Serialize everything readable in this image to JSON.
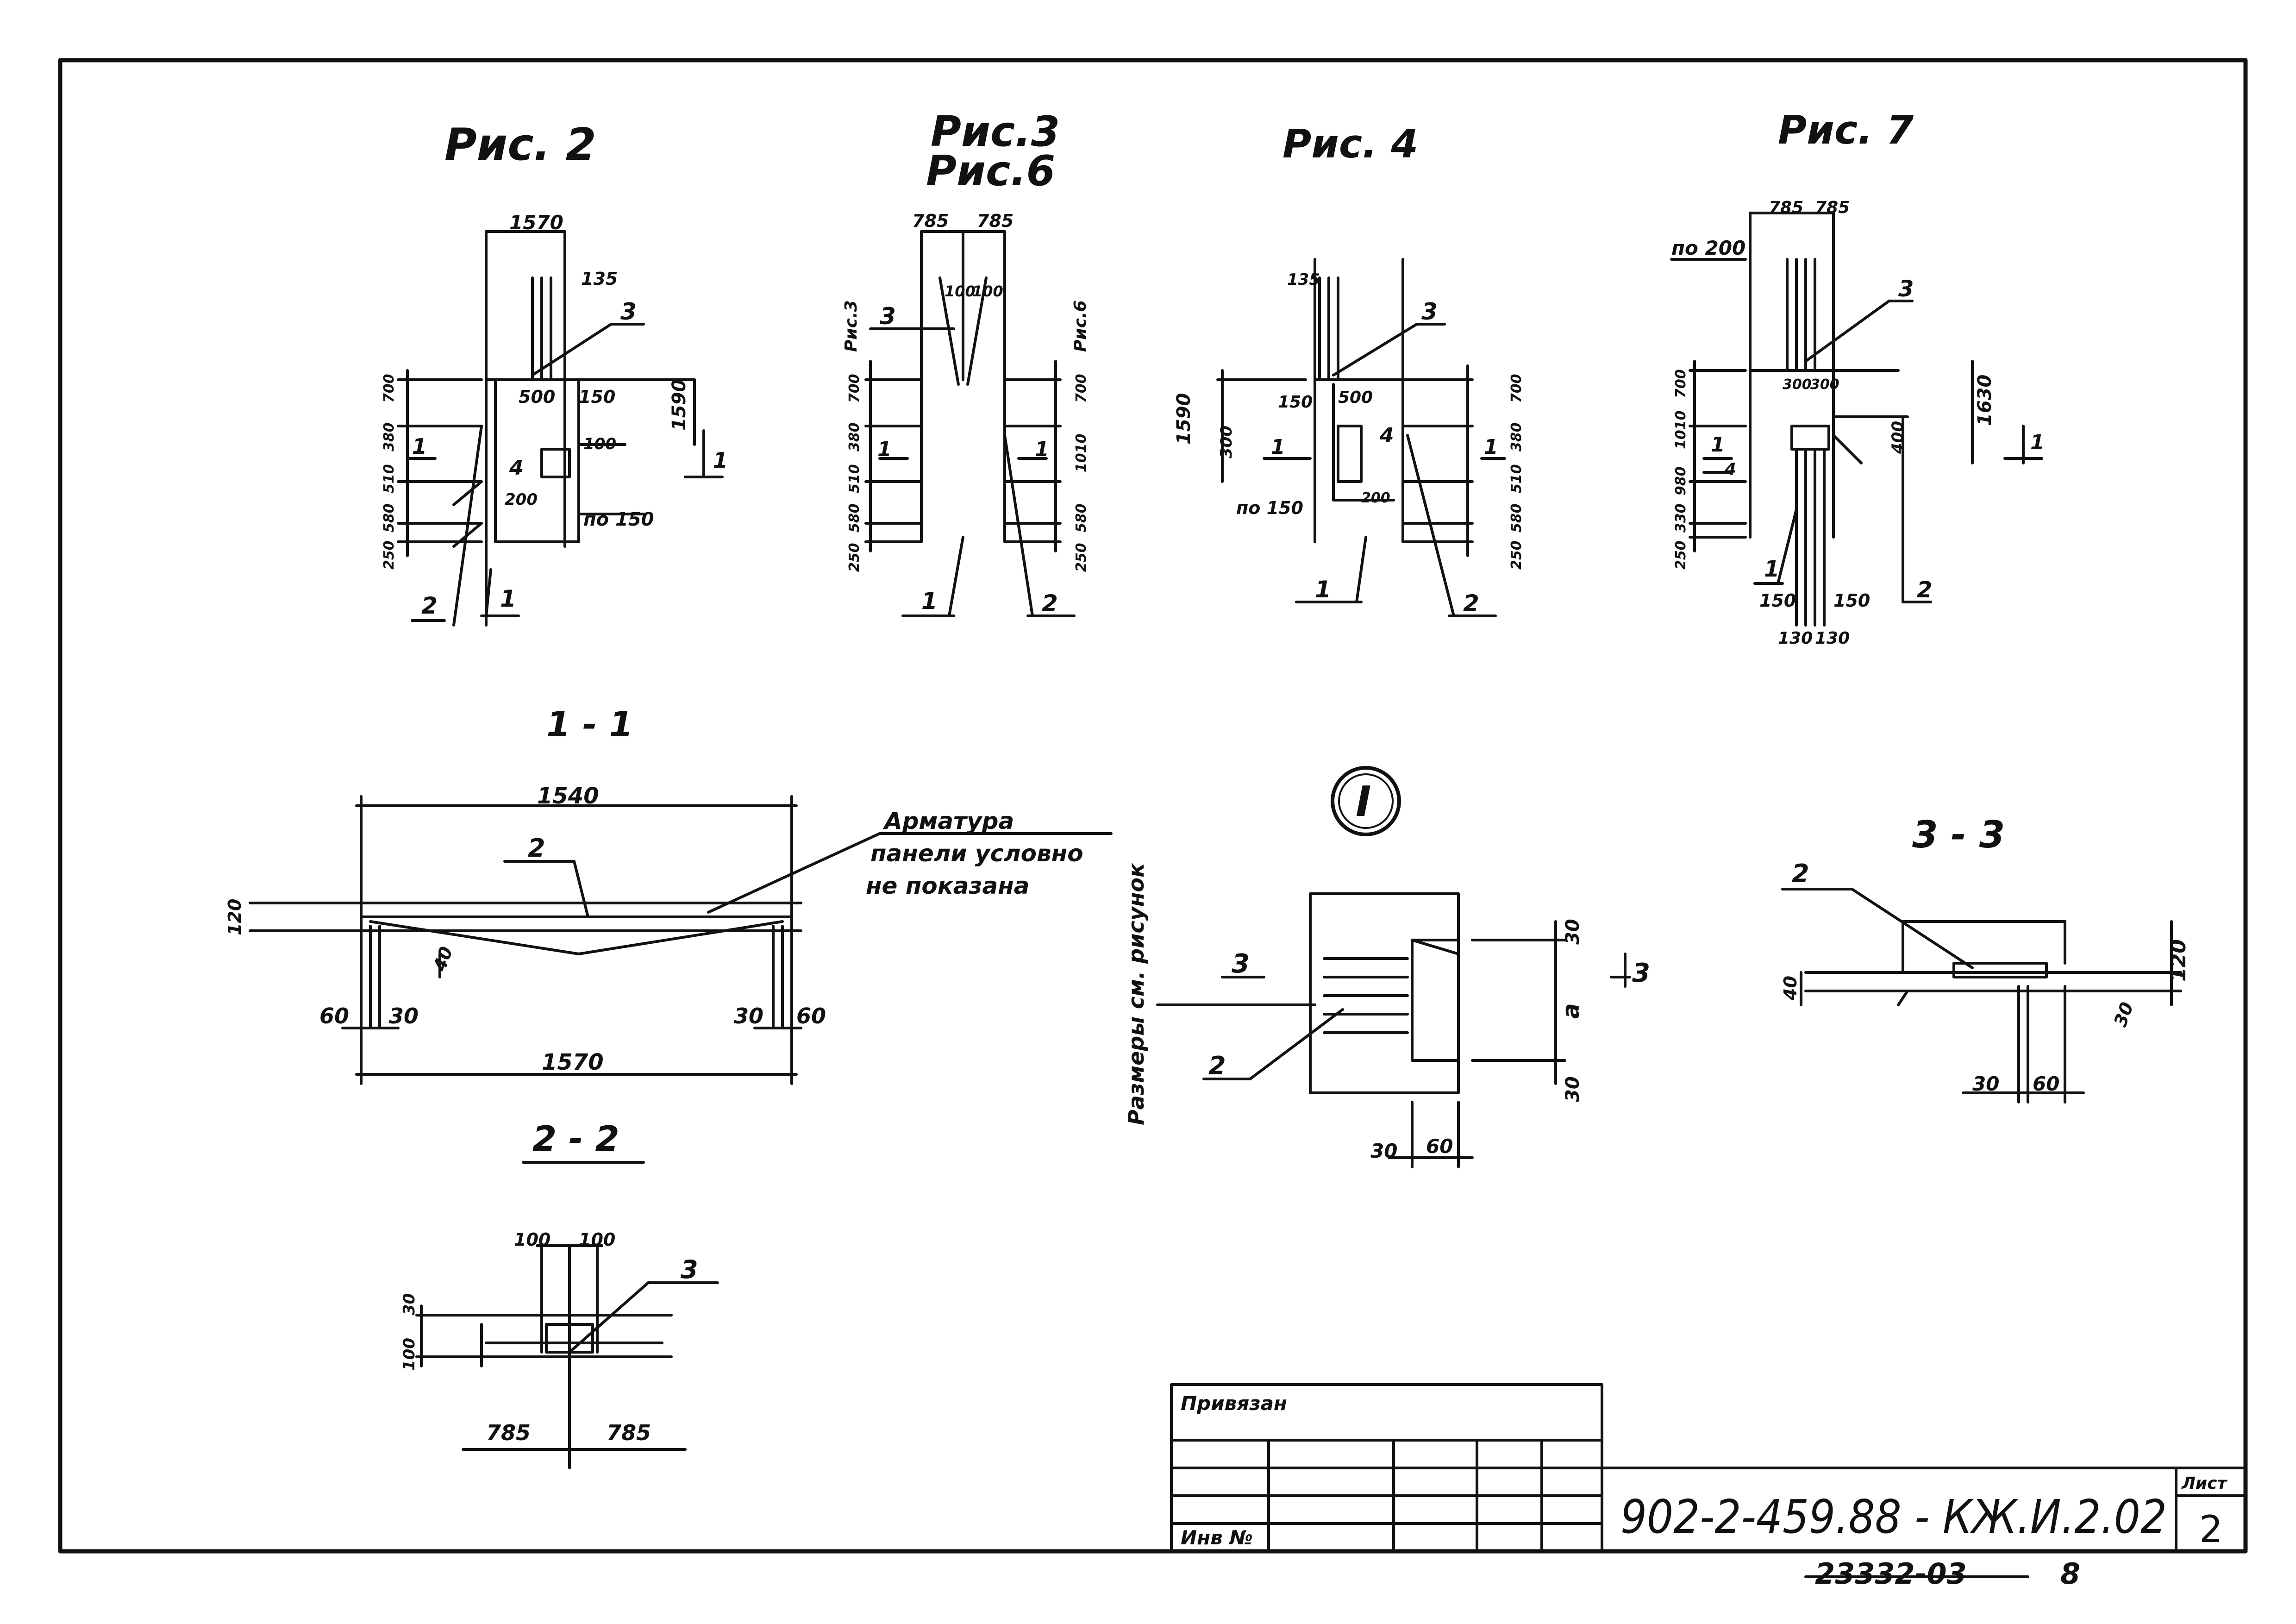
{
  "figures": {
    "fig2": {
      "title": "Рис. 2",
      "dim_width": "1570",
      "dim_135": "135",
      "dim_500": "500",
      "dim_150a": "150",
      "dim_100": "100",
      "dim_200": "200",
      "dim_step": "по 150",
      "dim_1590": "1590",
      "dim_left": [
        "700",
        "380",
        "510",
        "580",
        "250"
      ],
      "callout_1": "1",
      "callout_2": "2",
      "callout_3": "3",
      "callout_4": "4",
      "section_mark": "1"
    },
    "fig3": {
      "title": "Рис.3",
      "subtitle": "Рис.6",
      "dim_785a": "785",
      "dim_785b": "785",
      "dim_100a": "100",
      "dim_100b": "100",
      "side_left": "Рис.3",
      "side_right": "Рис.6",
      "dim_left": [
        "700",
        "380",
        "510",
        "580",
        "250"
      ],
      "dim_right": [
        "700",
        "1010",
        "580",
        "250"
      ],
      "callout_1": "1",
      "callout_2": "2",
      "callout_3": "3",
      "section_mark": "1"
    },
    "fig4": {
      "title": "Рис. 4",
      "dim_135": "135",
      "dim_1590": "1590",
      "dim_300": "300",
      "dim_150": "150",
      "dim_500": "500",
      "dim_step": "по 150",
      "dim_200": "200",
      "dim_right": [
        "700",
        "380",
        "510",
        "580",
        "250"
      ],
      "callout_1": "1",
      "callout_2": "2",
      "callout_3": "3",
      "callout_4": "4",
      "section_mark": "1"
    },
    "fig7": {
      "title": "Рис. 7",
      "dim_785a": "785",
      "dim_785b": "785",
      "dim_step": "по 200",
      "dim_300a": "300",
      "dim_300b": "300",
      "dim_1630": "1630",
      "dim_400": "400",
      "dim_left": [
        "700",
        "1010",
        "980",
        "330",
        "250"
      ],
      "dim_150a": "150",
      "dim_150b": "150",
      "dim_130a": "130",
      "dim_130b": "130",
      "callout_1": "1",
      "callout_2": "2",
      "callout_3": "3",
      "callout_4": "4",
      "section_mark": "1"
    }
  },
  "section_1_1": {
    "title": "1 - 1",
    "dim_1540": "1540",
    "dim_1570": "1570",
    "dim_120": "120",
    "dim_40": "40",
    "dim_60a": "60",
    "dim_30a": "30",
    "dim_30b": "30",
    "dim_60b": "60",
    "callout_2": "2",
    "note_lines": [
      "Арматура",
      "панели условно",
      "не показана"
    ]
  },
  "section_2_2": {
    "title": "2 - 2",
    "dim_100a": "100",
    "dim_100b": "100",
    "dim_30": "30",
    "dim_100c": "100",
    "dim_785a": "785",
    "dim_785b": "785",
    "callout_3": "3"
  },
  "node_I": {
    "label": "I",
    "dim_30a": "30",
    "dim_a": "a",
    "dim_30b": "30",
    "dim_30c": "30",
    "dim_60": "60",
    "section_mark": "3",
    "callout_2": "2",
    "side_note": "Размеры см. рисунок"
  },
  "section_3_3": {
    "title": "3 - 3",
    "callout_2": "2",
    "dim_40": "40",
    "dim_120": "120",
    "dim_30a": "30",
    "dim_30b": "30",
    "dim_60": "60"
  },
  "title_block": {
    "tied_label": "Привязан",
    "inv_label": "Инв №",
    "code": "902-2-459.88 - КЖ.И.2.02",
    "sheet_label": "Лист",
    "sheet_no": "2",
    "archive_no": "23332-03",
    "archive_suffix": "8"
  }
}
